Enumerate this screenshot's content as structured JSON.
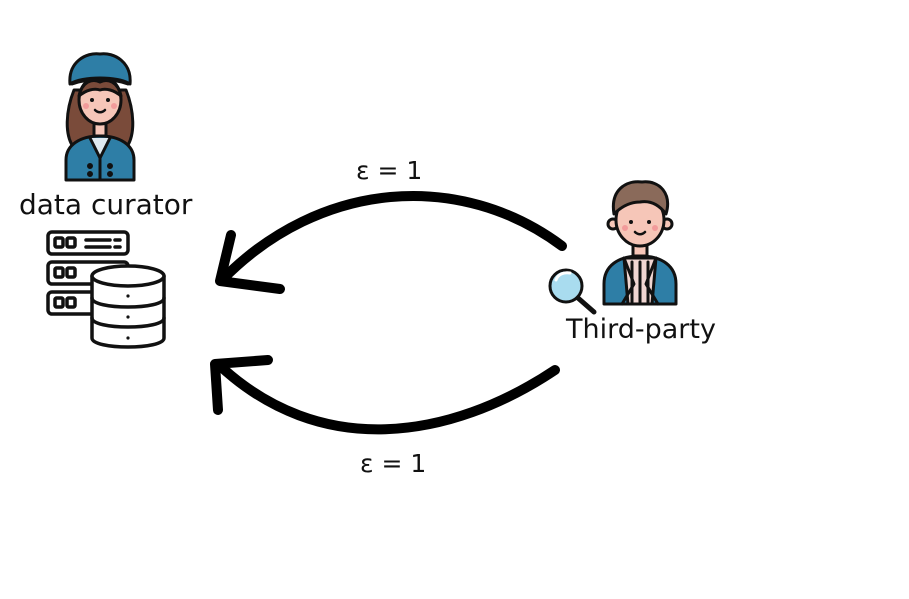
{
  "actors": {
    "curator": {
      "label": "data curator",
      "icon": "woman-avatar-icon"
    },
    "third_party": {
      "label": "Third-party",
      "icon": "man-avatar-icon",
      "tool_icon": "magnifier-icon"
    }
  },
  "store": {
    "icon": "server-database-icon"
  },
  "edges": {
    "top": {
      "label": "ε = 1"
    },
    "bottom": {
      "label": "ε = 1"
    }
  },
  "colors": {
    "outline": "#111111",
    "arrow": "#000000",
    "hat": "#2e7ea6",
    "jacket": "#2e7ea6",
    "skin": "#f6c6b8",
    "hair_woman": "#7a4b3a",
    "hair_man": "#8a6a5a",
    "lens": "#a9dcef"
  }
}
